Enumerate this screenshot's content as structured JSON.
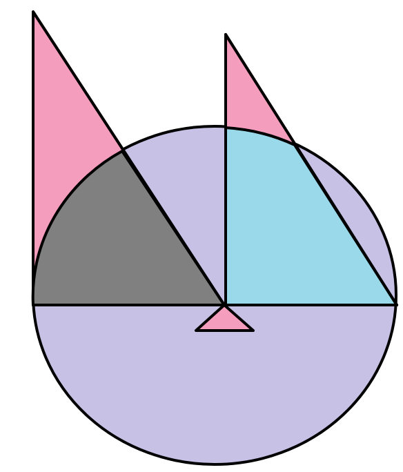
{
  "figure": {
    "colors": {
      "background": "#ffffff",
      "circle_fill": "#c8c1e6",
      "triangle_fill": "#f59dbd",
      "left_overlap_fill": "#808080",
      "right_overlap_fill": "#99d9ea",
      "stroke": "#000000"
    },
    "shapes": [
      "circle",
      "left-triangle",
      "right-triangle",
      "small-center-triangle",
      "left-overlap-region",
      "right-overlap-region",
      "horizontal-diameter",
      "vertical-center-line"
    ]
  }
}
